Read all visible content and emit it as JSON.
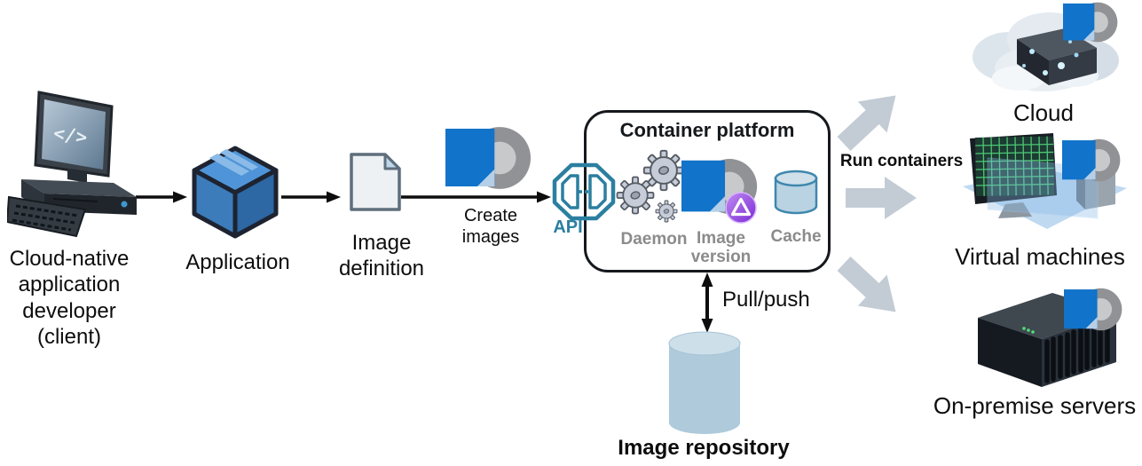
{
  "diagram": {
    "developer": {
      "label": "Cloud-native application developer (client)",
      "screen_glyph": "</>"
    },
    "application": {
      "label": "Application"
    },
    "image_definition": {
      "label": "Image definition"
    },
    "create_images": {
      "label": "Create images"
    },
    "api": {
      "label": "API"
    },
    "platform": {
      "title": "Container platform",
      "daemon_label": "Daemon",
      "image_version_label": "Image version",
      "cache_label": "Cache"
    },
    "pull_push": {
      "label": "Pull/push"
    },
    "image_repository": {
      "label": "Image repository"
    },
    "run_containers": {
      "label": "Run containers"
    },
    "targets": {
      "cloud": {
        "label": "Cloud"
      },
      "virtual_machines": {
        "label": "Virtual machines"
      },
      "on_premise": {
        "label": "On-premise servers"
      }
    },
    "colors": {
      "image_blue": "#1173c9",
      "donut_gray": "#909296",
      "api_teal": "#2b7fa0",
      "component_label_gray": "#8b8b8b",
      "flow_arrow_gray": "#c3ccd5",
      "badge_purple": "#8e3fe0",
      "cylinder_blue": "#b9d3e2",
      "outline_black": "#0d0d0d"
    }
  }
}
